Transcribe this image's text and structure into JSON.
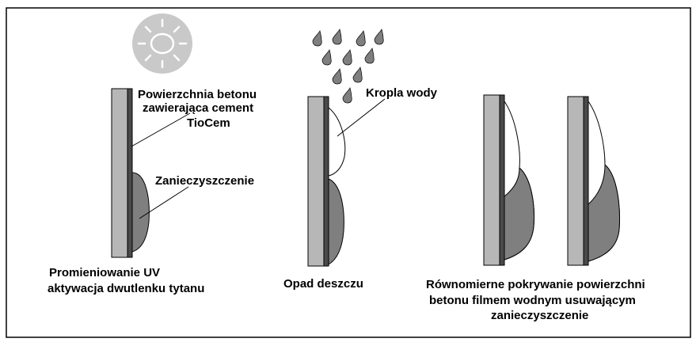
{
  "labels": {
    "surface_line1": "Powierzchnia betonu",
    "surface_line2": "zawierająca cement",
    "surface_line3": "TioCem",
    "dirt": "Zanieczyszczenie",
    "uv_line1": "Promieniowanie UV",
    "uv_line2": "aktywacja dwutlenku tytanu",
    "drop": "Kropla wody",
    "rain": "Opad deszczu",
    "film_line1": "Równomierne pokrywanie powierzchni",
    "film_line2": "betonu filmem wodnym usuwającym",
    "film_line3": "zanieczyszczenie"
  },
  "icons": {
    "sun": "sun-icon",
    "raindrop": "raindrop-icon"
  },
  "colors": {
    "concrete": "#b7b7b7",
    "coating": "#4a4a4a",
    "dirt": "#7f7f7f",
    "sun": "#c9c9c9",
    "frame": "#000000"
  }
}
